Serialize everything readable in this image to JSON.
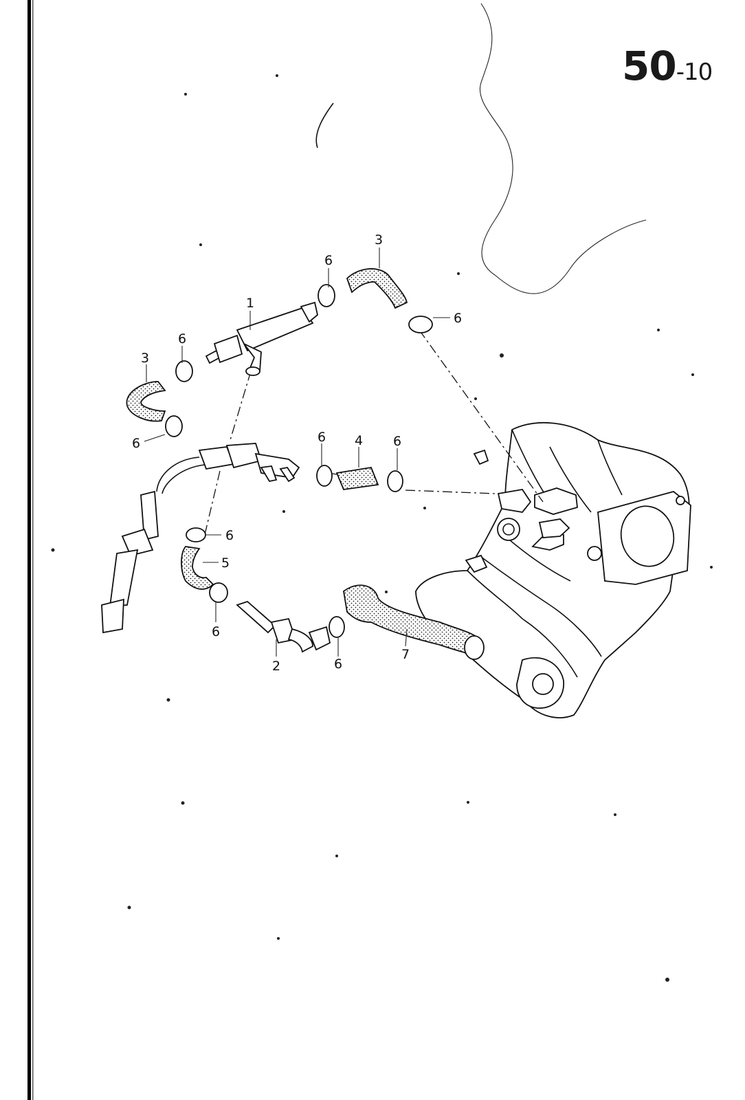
{
  "header": {
    "page_main": "50",
    "page_sub": "-10"
  },
  "callouts": {
    "c1": "1",
    "c2": "2",
    "c3a": "3",
    "c3b": "3",
    "c4": "4",
    "c5": "5",
    "c6a": "6",
    "c6b": "6",
    "c6c": "6",
    "c6d": "6",
    "c6e": "6",
    "c6f": "6",
    "c6g": "6",
    "c6h": "6",
    "c6i": "6",
    "c7": "7"
  },
  "colors": {
    "ink": "#111111",
    "paper": "#ffffff",
    "binding_edge": "#000000"
  }
}
